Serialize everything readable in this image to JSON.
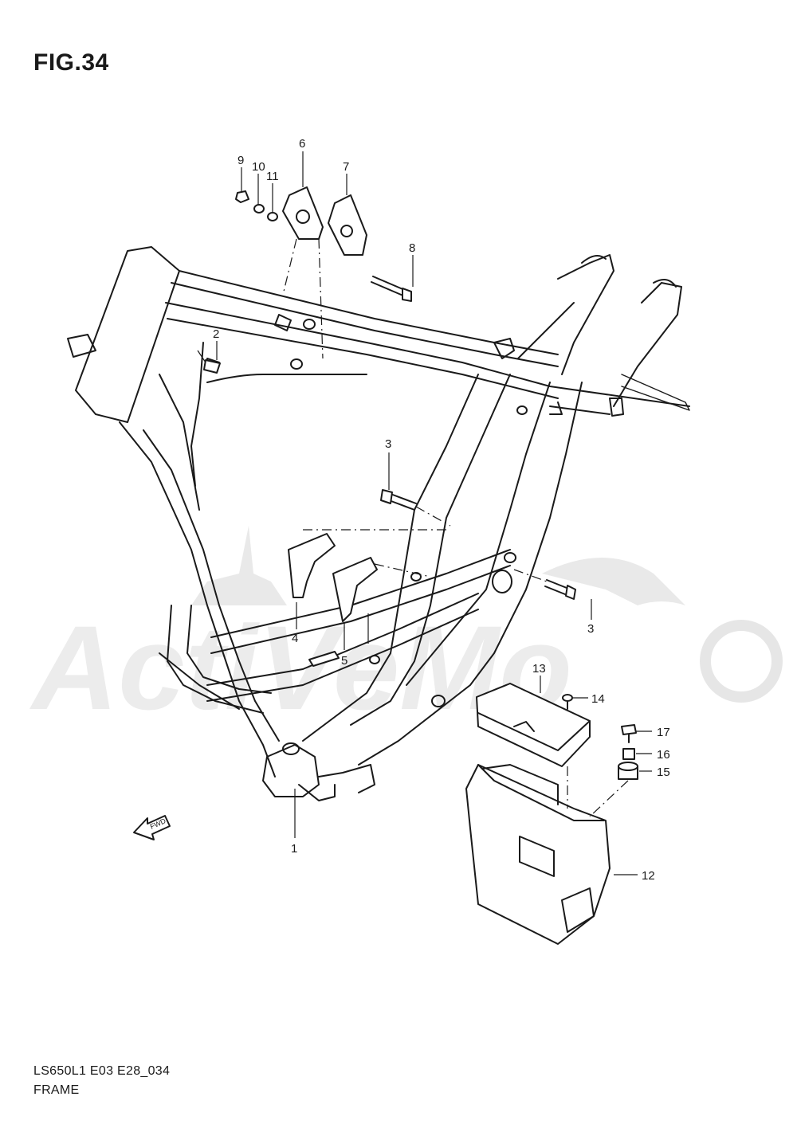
{
  "figure": {
    "title": "FIG.34"
  },
  "footer": {
    "code": "LS650L1 E03 E28_034",
    "name": "FRAME"
  },
  "direction_arrow": {
    "label": "FWD"
  },
  "watermark": {
    "text": "ActiVeMo"
  },
  "callouts": {
    "c1": "1",
    "c2": "2",
    "c3a": "3",
    "c3b": "3",
    "c4": "4",
    "c5": "5",
    "c6": "6",
    "c7": "7",
    "c8": "8",
    "c9": "9",
    "c10": "10",
    "c11": "11",
    "c12": "12",
    "c13": "13",
    "c14": "14",
    "c15": "15",
    "c16": "16",
    "c17": "17"
  }
}
